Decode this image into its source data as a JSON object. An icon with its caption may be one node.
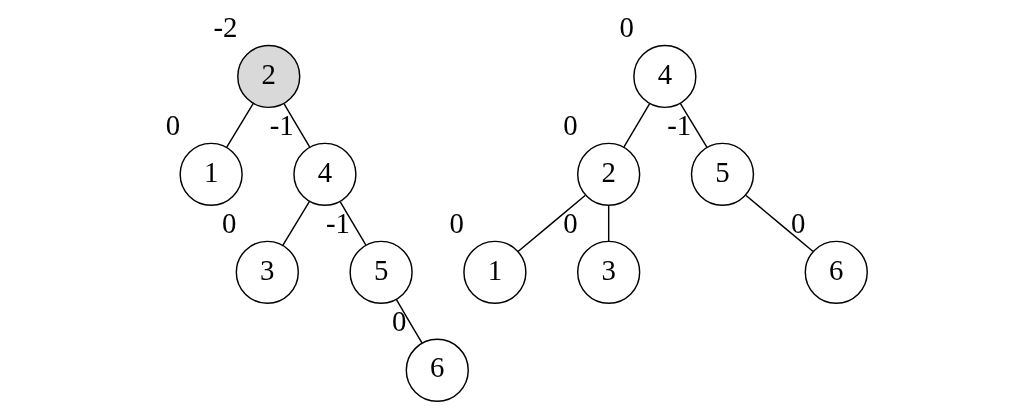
{
  "diagram": {
    "nodes": [
      {
        "text": [
          "2"
        ],
        "beside": [
          "-2"
        ]
      },
      {
        "text": [
          "1"
        ],
        "beside": [
          "0"
        ]
      },
      {
        "text": [
          "4"
        ],
        "beside": [
          "-1"
        ]
      },
      {
        "text": [
          "3"
        ],
        "beside": [
          "0"
        ]
      },
      {
        "text": [
          "5"
        ],
        "beside": [
          "-1"
        ]
      },
      {
        "text": [
          "6"
        ],
        "beside": [
          "0"
        ]
      },
      {
        "text": [
          "4"
        ],
        "beside": [
          "0"
        ]
      },
      {
        "text": [
          "2"
        ],
        "beside": [
          "0"
        ]
      },
      {
        "text": [
          "5"
        ],
        "beside": [
          "-1"
        ]
      },
      {
        "text": [
          "1"
        ],
        "beside": [
          "0"
        ]
      },
      {
        "text": [
          "3"
        ],
        "beside": [
          "0"
        ]
      },
      {
        "text": [
          "6"
        ],
        "beside": [
          "0"
        ]
      }
    ],
    "edges": [
      {
        "from": 0,
        "to": 1,
        "arrow": "none"
      },
      {
        "from": 0,
        "to": 2,
        "arrow": "none"
      },
      {
        "from": 2,
        "to": 3,
        "arrow": "none"
      },
      {
        "from": 2,
        "to": 4,
        "arrow": "none"
      },
      {
        "from": 4,
        "to": 5,
        "arrow": "none"
      },
      {
        "from": 6,
        "to": 7,
        "arrow": "none"
      },
      {
        "from": 6,
        "to": 8,
        "arrow": "none"
      },
      {
        "from": 7,
        "to": 9,
        "arrow": "none"
      },
      {
        "from": 7,
        "to": 10,
        "arrow": "none"
      },
      {
        "from": 8,
        "to": 11,
        "arrow": "none"
      }
    ]
  }
}
